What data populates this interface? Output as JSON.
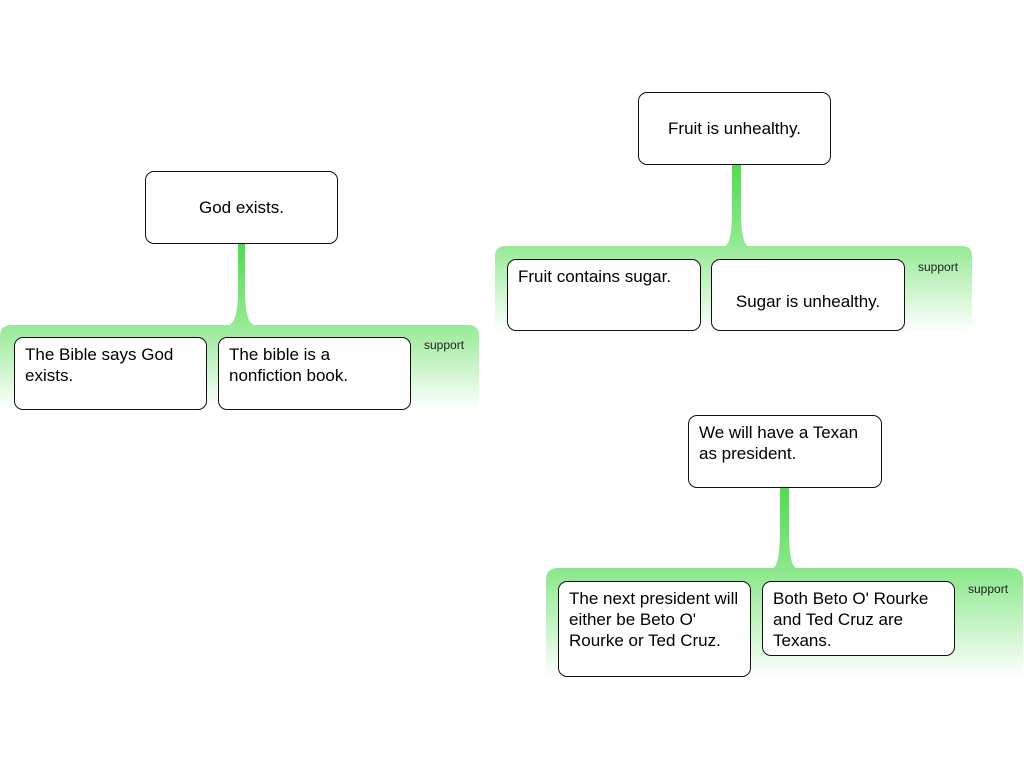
{
  "colors": {
    "support_fill": "#4fdc4f",
    "support_fade": "#ffffff",
    "node_border": "#111111"
  },
  "arguments": [
    {
      "claim": "God exists.",
      "premise_label": "support",
      "premises": [
        "The Bible says God exists.",
        "The bible is a nonfiction book."
      ]
    },
    {
      "claim": "Fruit is unhealthy.",
      "premise_label": "support",
      "premises": [
        "Fruit contains sugar.",
        "Sugar is unhealthy."
      ]
    },
    {
      "claim": "We will have a Texan as president.",
      "premise_label": "support",
      "premises": [
        "The next president will either be Beto O' Rourke or Ted Cruz.",
        "Both Beto O' Rourke and Ted Cruz are Texans."
      ]
    }
  ]
}
